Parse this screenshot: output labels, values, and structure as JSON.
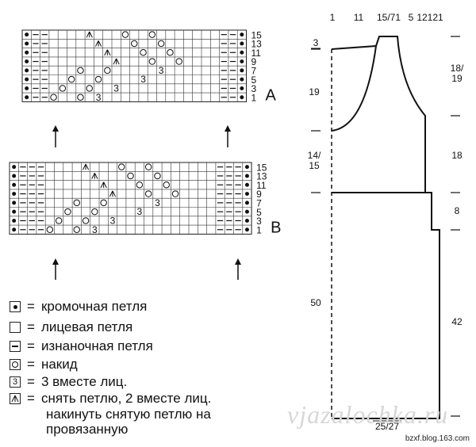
{
  "chart_a": {
    "label": "A",
    "rows": [
      {
        "cells": [
          "edge",
          "purl",
          "purl",
          "k",
          "k",
          "k",
          "k",
          "sk2p",
          "k",
          "k",
          "k",
          "yo",
          "k",
          "k",
          "yo",
          "k",
          "k",
          "k",
          "k",
          "k",
          "k",
          "k",
          "purl",
          "purl",
          "edge"
        ]
      },
      {
        "cells": [
          "edge",
          "purl",
          "purl",
          "k",
          "k",
          "k",
          "k",
          "k",
          "sk2p",
          "k",
          "k",
          "k",
          "yo",
          "k",
          "k",
          "yo",
          "k",
          "k",
          "k",
          "k",
          "k",
          "k",
          "purl",
          "purl",
          "edge"
        ]
      },
      {
        "cells": [
          "edge",
          "purl",
          "purl",
          "k",
          "k",
          "k",
          "k",
          "k",
          "k",
          "sk2p",
          "k",
          "k",
          "k",
          "yo",
          "k",
          "k",
          "yo",
          "k",
          "k",
          "k",
          "k",
          "k",
          "purl",
          "purl",
          "edge"
        ]
      },
      {
        "cells": [
          "edge",
          "purl",
          "purl",
          "k",
          "k",
          "k",
          "k",
          "k",
          "k",
          "k",
          "sk2p",
          "k",
          "k",
          "k",
          "yo",
          "k",
          "k",
          "yo",
          "k",
          "k",
          "k",
          "k",
          "purl",
          "purl",
          "edge"
        ]
      },
      {
        "cells": [
          "edge",
          "purl",
          "purl",
          "k",
          "k",
          "k",
          "yo",
          "k",
          "k",
          "yo",
          "k",
          "k",
          "k",
          "k",
          "k",
          "3tog",
          "k",
          "k",
          "k",
          "k",
          "k",
          "k",
          "purl",
          "purl",
          "edge"
        ]
      },
      {
        "cells": [
          "edge",
          "purl",
          "purl",
          "k",
          "k",
          "yo",
          "k",
          "k",
          "yo",
          "k",
          "k",
          "k",
          "k",
          "3tog",
          "k",
          "k",
          "k",
          "k",
          "k",
          "k",
          "k",
          "k",
          "purl",
          "purl",
          "edge"
        ]
      },
      {
        "cells": [
          "edge",
          "purl",
          "purl",
          "k",
          "yo",
          "k",
          "k",
          "yo",
          "k",
          "k",
          "3tog",
          "k",
          "k",
          "k",
          "k",
          "k",
          "k",
          "k",
          "k",
          "k",
          "k",
          "k",
          "purl",
          "purl",
          "edge"
        ]
      },
      {
        "cells": [
          "edge",
          "purl",
          "purl",
          "yo",
          "k",
          "k",
          "yo",
          "k",
          "3tog",
          "k",
          "k",
          "k",
          "k",
          "k",
          "k",
          "k",
          "k",
          "k",
          "k",
          "k",
          "k",
          "k",
          "purl",
          "purl",
          "edge"
        ]
      }
    ],
    "row_numbers": [
      "15",
      "13",
      "11",
      "9",
      "7",
      "5",
      "3",
      "1"
    ]
  },
  "chart_b": {
    "label": "B",
    "rows": [
      {
        "cells": [
          "edge",
          "purl",
          "purl",
          "purl",
          "k",
          "k",
          "k",
          "k",
          "sk2p",
          "k",
          "k",
          "k",
          "yo",
          "k",
          "k",
          "yo",
          "k",
          "k",
          "k",
          "k",
          "k",
          "k",
          "k",
          "purl",
          "purl",
          "purl",
          "edge"
        ]
      },
      {
        "cells": [
          "edge",
          "purl",
          "purl",
          "purl",
          "k",
          "k",
          "k",
          "k",
          "k",
          "sk2p",
          "k",
          "k",
          "k",
          "yo",
          "k",
          "k",
          "yo",
          "k",
          "k",
          "k",
          "k",
          "k",
          "k",
          "purl",
          "purl",
          "purl",
          "edge"
        ]
      },
      {
        "cells": [
          "edge",
          "purl",
          "purl",
          "purl",
          "k",
          "k",
          "k",
          "k",
          "k",
          "k",
          "sk2p",
          "k",
          "k",
          "k",
          "yo",
          "k",
          "k",
          "yo",
          "k",
          "k",
          "k",
          "k",
          "k",
          "purl",
          "purl",
          "purl",
          "edge"
        ]
      },
      {
        "cells": [
          "edge",
          "purl",
          "purl",
          "purl",
          "k",
          "k",
          "k",
          "k",
          "k",
          "k",
          "k",
          "sk2p",
          "k",
          "k",
          "k",
          "yo",
          "k",
          "k",
          "yo",
          "k",
          "k",
          "k",
          "k",
          "purl",
          "purl",
          "purl",
          "edge"
        ]
      },
      {
        "cells": [
          "edge",
          "purl",
          "purl",
          "purl",
          "k",
          "k",
          "k",
          "yo",
          "k",
          "k",
          "yo",
          "k",
          "k",
          "k",
          "k",
          "k",
          "3tog",
          "k",
          "k",
          "k",
          "k",
          "k",
          "k",
          "purl",
          "purl",
          "purl",
          "edge"
        ]
      },
      {
        "cells": [
          "edge",
          "purl",
          "purl",
          "purl",
          "k",
          "k",
          "yo",
          "k",
          "k",
          "yo",
          "k",
          "k",
          "k",
          "k",
          "3tog",
          "k",
          "k",
          "k",
          "k",
          "k",
          "k",
          "k",
          "k",
          "purl",
          "purl",
          "purl",
          "edge"
        ]
      },
      {
        "cells": [
          "edge",
          "purl",
          "purl",
          "purl",
          "k",
          "yo",
          "k",
          "k",
          "yo",
          "k",
          "k",
          "3tog",
          "k",
          "k",
          "k",
          "k",
          "k",
          "k",
          "k",
          "k",
          "k",
          "k",
          "k",
          "purl",
          "purl",
          "purl",
          "edge"
        ]
      },
      {
        "cells": [
          "edge",
          "purl",
          "purl",
          "purl",
          "yo",
          "k",
          "k",
          "yo",
          "k",
          "3tog",
          "k",
          "k",
          "k",
          "k",
          "k",
          "k",
          "k",
          "k",
          "k",
          "k",
          "k",
          "k",
          "k",
          "purl",
          "purl",
          "purl",
          "edge"
        ]
      }
    ],
    "row_numbers": [
      "15",
      "13",
      "11",
      "9",
      "7",
      "5",
      "3",
      "1"
    ]
  },
  "symbols": {
    "three_tog": "3"
  },
  "legend": [
    {
      "symbol": "edge",
      "text": "кромочная петля"
    },
    {
      "symbol": "k",
      "text": "лицевая петля"
    },
    {
      "symbol": "purl",
      "text": "изнаночная петля"
    },
    {
      "symbol": "yo",
      "text": "накид"
    },
    {
      "symbol": "3tog",
      "text": "3 вместе лиц."
    },
    {
      "symbol": "sk2p",
      "text": "снять петлю, 2 вместе лиц.",
      "continuation": [
        "накинуть снятую петлю на",
        "провязанную"
      ]
    }
  ],
  "legend_eq": "=",
  "schematic": {
    "top_labels": [
      "1",
      "11",
      "15/71",
      "5",
      "12121"
    ],
    "left_labels": {
      "shoulder": "3",
      "armhole": "19",
      "side_upper": "14/\n15",
      "skirt": "50"
    },
    "right_labels": {
      "top": "18/\n19",
      "middle": "18",
      "waist": "8",
      "skirt": "42"
    },
    "bottom_label": "25/27"
  },
  "watermark": "vjazalochka.ru",
  "credit": "bzxf.blog.163.com"
}
